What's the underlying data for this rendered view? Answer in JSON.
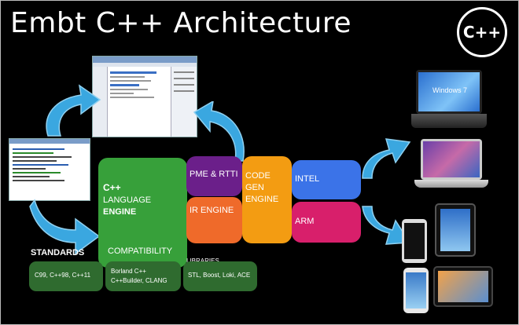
{
  "slide": {
    "title": "Embt C++ Architecture",
    "logo_text": "C++"
  },
  "blocks": {
    "language_engine": {
      "line1": "C++",
      "line2": "LANGUAGE",
      "line3": "ENGINE",
      "color": "#37a03a"
    },
    "pme_rtti": {
      "label": "PME & RTTI",
      "color": "#6b1f8a"
    },
    "ir_engine": {
      "label": "IR ENGINE",
      "color": "#ef6a2a"
    },
    "code_gen": {
      "line1": "CODE",
      "line2": "GEN",
      "line3": "ENGINE",
      "color": "#f39c12"
    },
    "intel": {
      "label": "INTEL",
      "color": "#3b73e8"
    },
    "arm": {
      "label": "ARM",
      "color": "#d81f6b"
    },
    "standards": {
      "title": "STANDARDS",
      "value": "C99, C++98, C++11",
      "color": "#2f6b2f"
    },
    "compatibility": {
      "title": "COMPATIBILITY",
      "line1": "Borland C++",
      "line2": "C++Builder, CLANG",
      "color": "#2f6b2f"
    },
    "libraries": {
      "title": "LIBRARIES",
      "value": "STL, Boost, Loki, ACE",
      "color": "#2f6b2f"
    }
  },
  "devices": {
    "windows_label": "Windows 7"
  },
  "colors": {
    "arrow": "#3aa7e0",
    "background": "#000000"
  }
}
